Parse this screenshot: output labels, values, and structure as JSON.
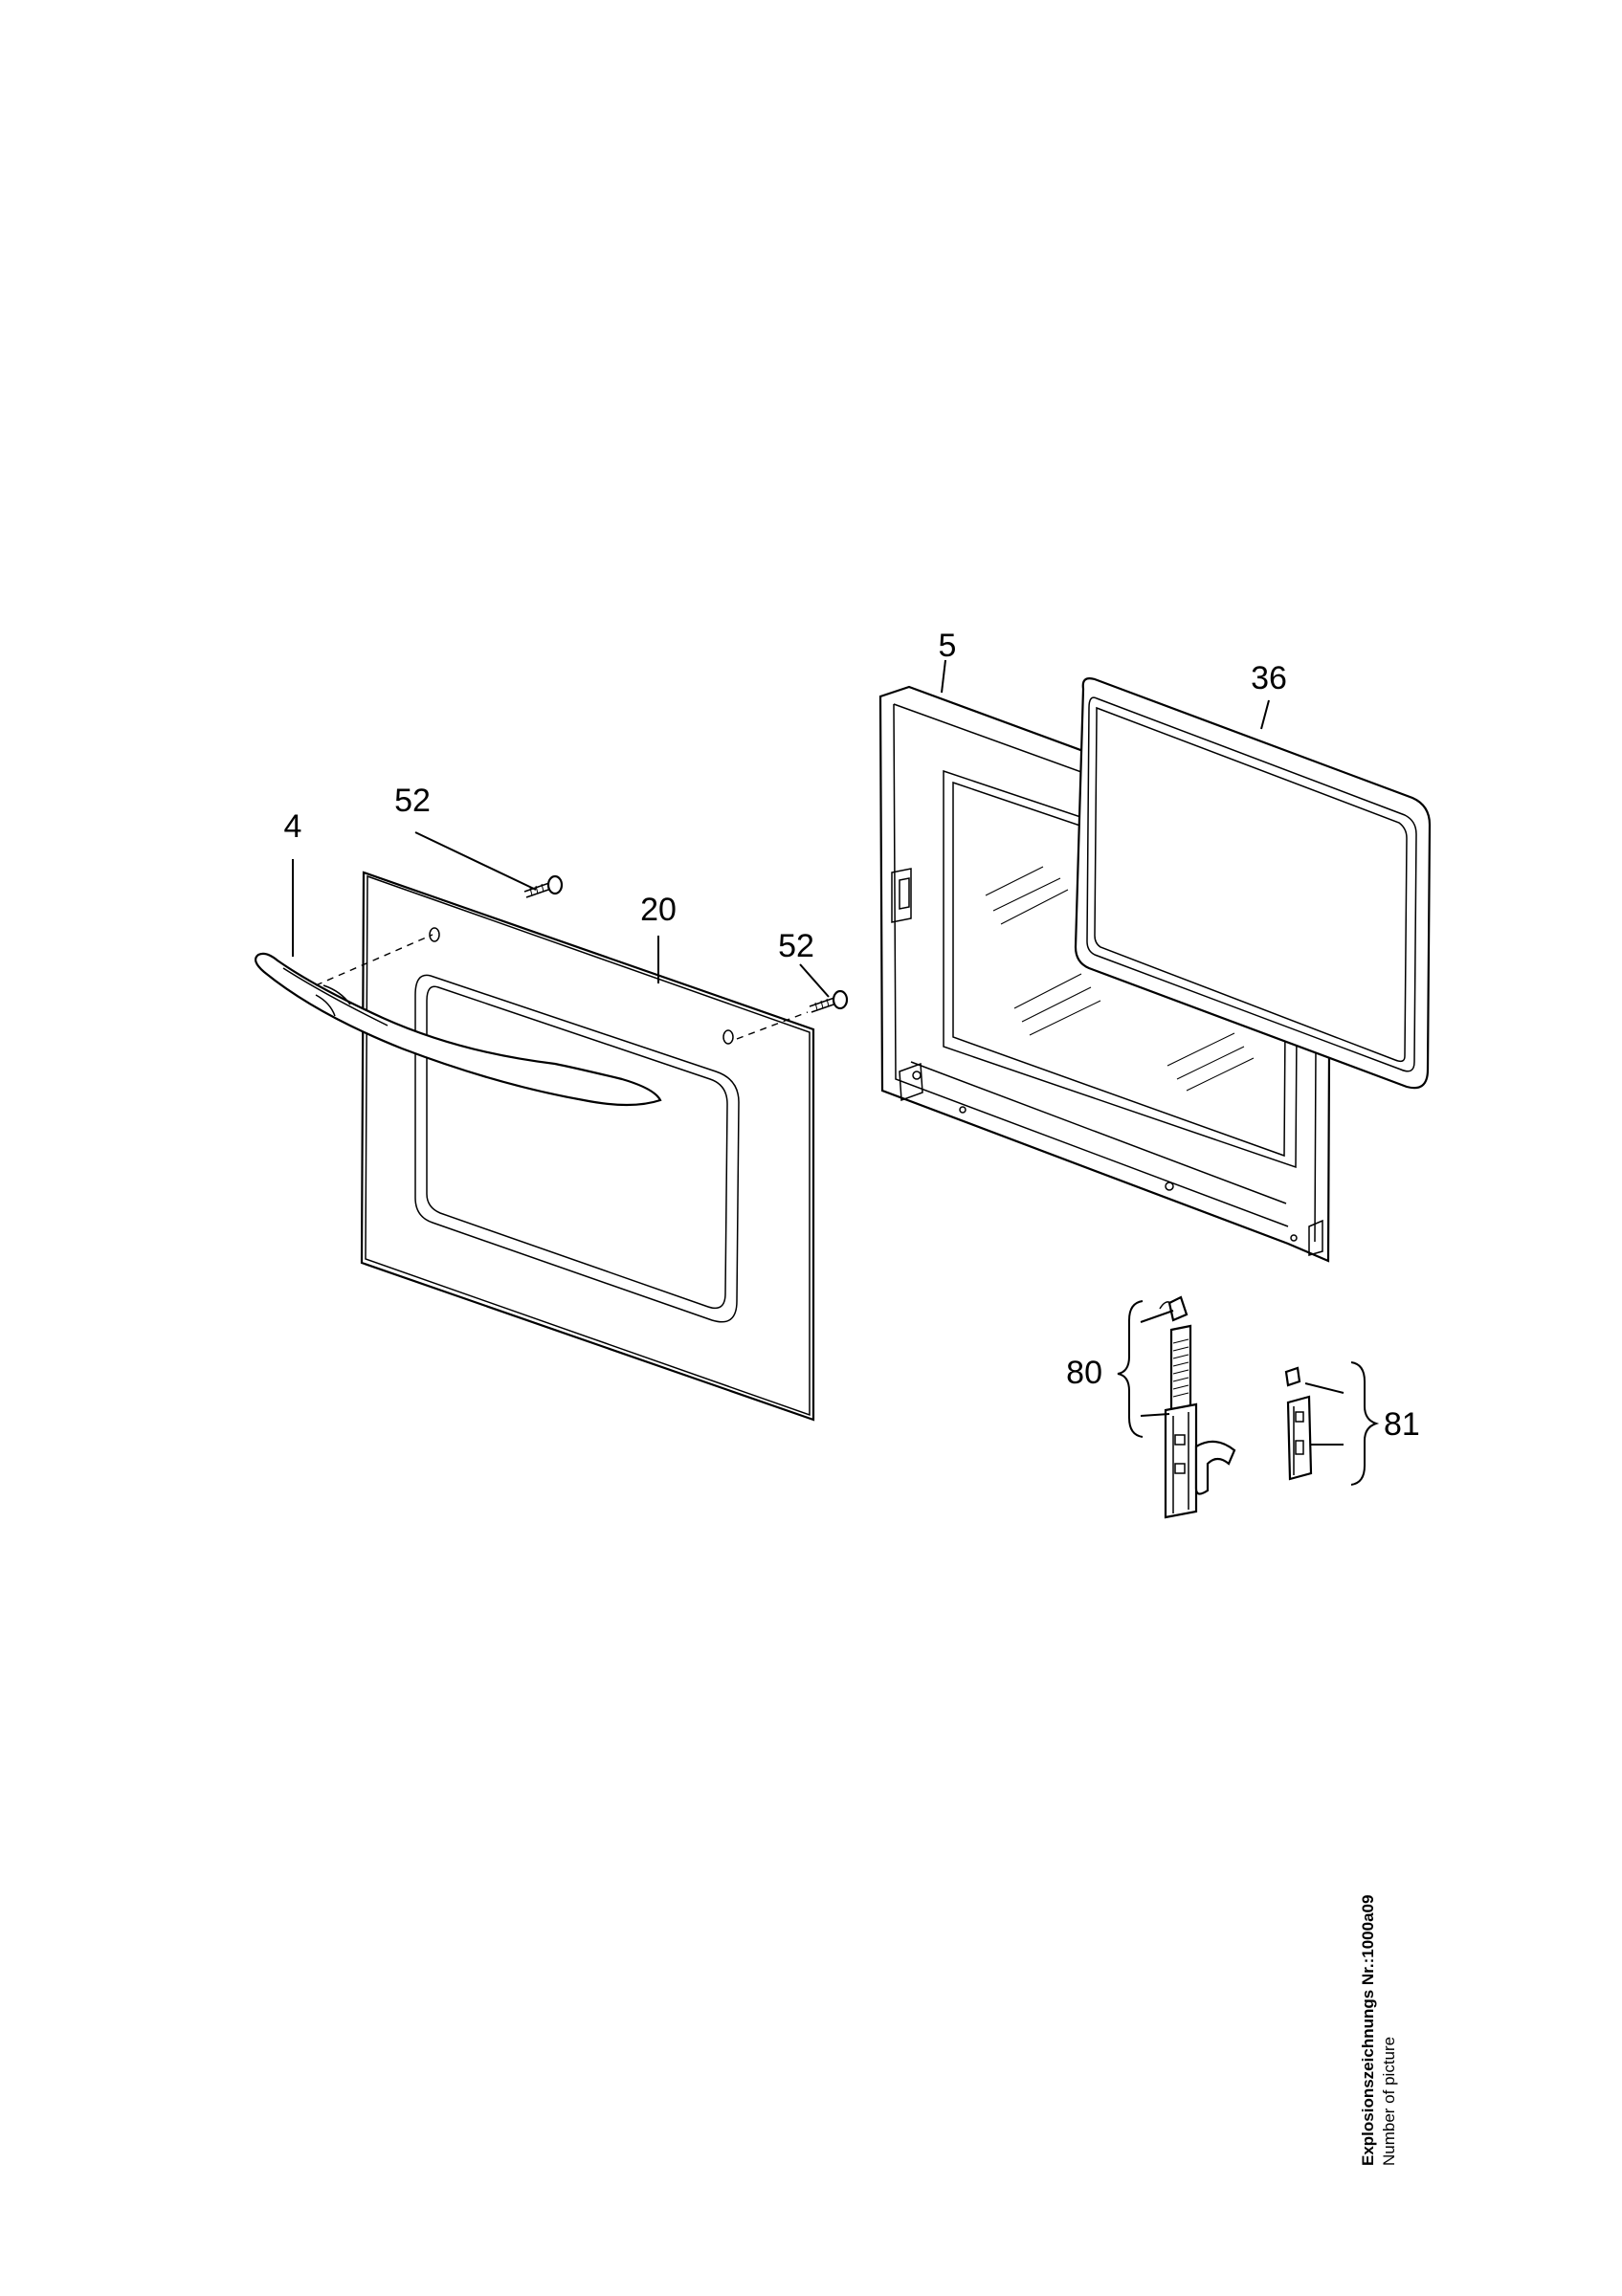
{
  "labels": {
    "handle": "4",
    "screw_left": "52",
    "outer_panel": "20",
    "screw_right": "52",
    "inner_frame": "5",
    "gasket": "36",
    "hinge_left": "80",
    "hinge_right": "81"
  },
  "caption": {
    "line1": "Explosionszeichnungs Nr.:1000a09",
    "line2": "Number of picture"
  }
}
